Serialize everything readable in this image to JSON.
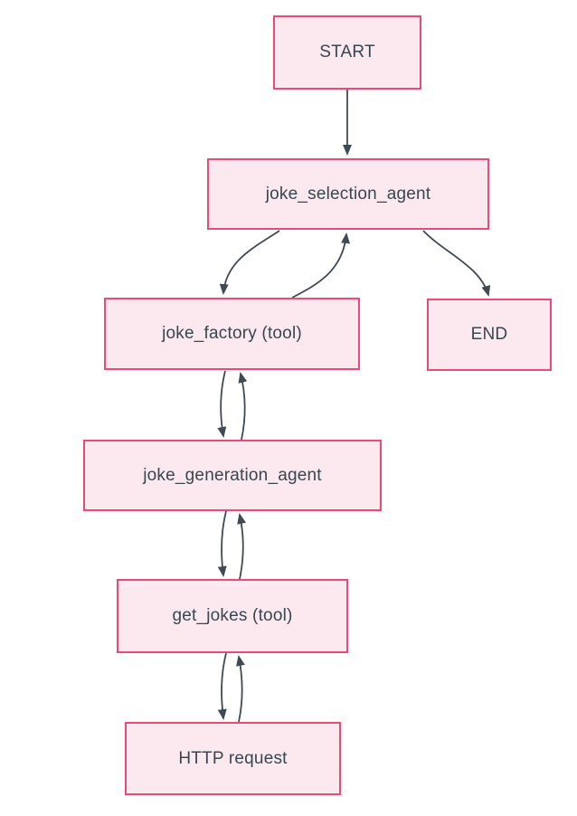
{
  "diagram": {
    "type": "flowchart",
    "direction": "top-down",
    "nodes": [
      {
        "id": "START",
        "label": "START"
      },
      {
        "id": "joke_selection_agent",
        "label": "joke_selection_agent"
      },
      {
        "id": "joke_factory",
        "label": "joke_factory (tool)"
      },
      {
        "id": "END",
        "label": "END"
      },
      {
        "id": "joke_generation_agent",
        "label": "joke_generation_agent"
      },
      {
        "id": "get_jokes",
        "label": "get_jokes (tool)"
      },
      {
        "id": "HTTP_request",
        "label": "HTTP request"
      }
    ],
    "edges": [
      {
        "from": "START",
        "to": "joke_selection_agent"
      },
      {
        "from": "joke_selection_agent",
        "to": "joke_factory"
      },
      {
        "from": "joke_factory",
        "to": "joke_selection_agent"
      },
      {
        "from": "joke_selection_agent",
        "to": "END"
      },
      {
        "from": "joke_factory",
        "to": "joke_generation_agent"
      },
      {
        "from": "joke_generation_agent",
        "to": "joke_factory"
      },
      {
        "from": "joke_generation_agent",
        "to": "get_jokes"
      },
      {
        "from": "get_jokes",
        "to": "joke_generation_agent"
      },
      {
        "from": "get_jokes",
        "to": "HTTP_request"
      },
      {
        "from": "HTTP_request",
        "to": "get_jokes"
      }
    ],
    "colors": {
      "background": "#ffffff",
      "node_fill": "#fce8ef",
      "node_border": "#ec4a76",
      "node_text": "#37474f",
      "edge": "#3f4a54"
    }
  }
}
